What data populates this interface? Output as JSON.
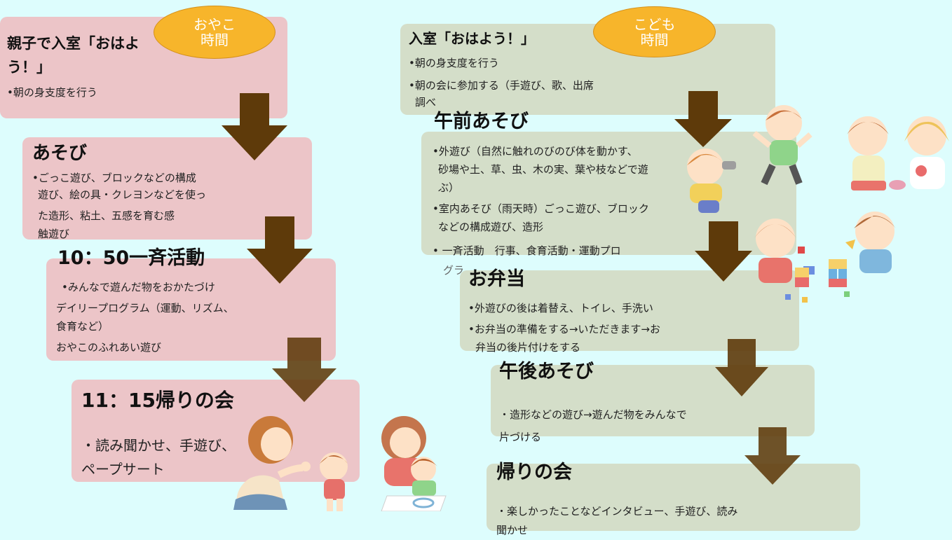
{
  "oyako": {
    "badge_line1": "おやこ",
    "badge_line2": "時間",
    "entry": {
      "title_line1": "親子で入室「おはよ",
      "title_line2": "う！」",
      "item1": "•朝の身支度を行う"
    },
    "play": {
      "title": "あそび",
      "line1": "•ごっこ遊び、ブロックなどの構成",
      "line2": "遊び、絵の具・クレヨンなどを使っ",
      "line3": "た造形、粘土、五感を育む感",
      "line4": "触遊び"
    },
    "activity": {
      "title": "10：50一斉活動",
      "line1": "•みんなで遊んだ物をおかたづけ",
      "line2": "デイリープログラム（運動、リズム、",
      "line3": "食育など）",
      "line4": "おやこのふれあい遊び"
    },
    "goodbye": {
      "title": "11：15帰りの会",
      "line1": "・読み聞かせ、手遊び、",
      "line2": "ペープサート"
    }
  },
  "kodomo": {
    "badge_line1": "こども",
    "badge_line2": "時間",
    "entry": {
      "title": "入室「おはよう！」",
      "item1": "•朝の身支度を行う",
      "item2": "•朝の会に参加する（手遊び、歌、出席",
      "item2b": "調べ"
    },
    "morning": {
      "title": "午前あそび",
      "line1": "•外遊び（自然に触れのびのび体を動かす、",
      "line2": "砂場や土、草、虫、木の実、葉や枝などで遊",
      "line3": "ぶ）",
      "line4": "•室内あそび（雨天時）ごっこ遊び、ブロック",
      "line5": "などの構成遊び、造形",
      "line6": "• 一斉活動　行事、食育活動・運動プロ",
      "line7": "グラ"
    },
    "lunch": {
      "title": "お弁当",
      "line1": "•外遊びの後は着替え、トイレ、手洗い",
      "line2": "•お弁当の準備をする→いただきます→お",
      "line3": "弁当の後片付けをする"
    },
    "afternoon": {
      "title": "午後あそび",
      "line1": "・造形などの遊び→遊んだ物をみんなで",
      "line2": "片づける"
    },
    "goodbye": {
      "title": "帰りの会",
      "line1": "・楽しかったことなどインタビュー、手遊び、読み",
      "line2": "聞かせ"
    }
  },
  "colors": {
    "background": "#ddfdfd",
    "pink_box": "#ecc5c8",
    "green_box": "#d4dec9",
    "badge": "#f7b52b",
    "arrow": "#5e3a0a"
  }
}
